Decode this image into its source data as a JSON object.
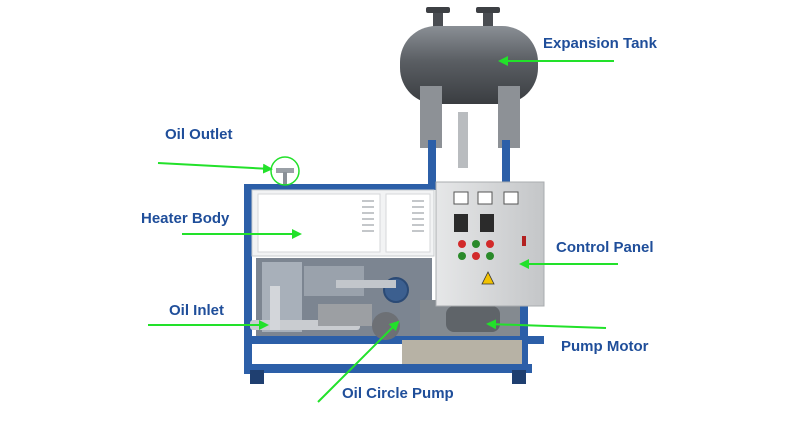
{
  "labels": {
    "expansion_tank": "Expansion Tank",
    "oil_outlet": "Oil Outlet",
    "heater_body": "Heater Body",
    "control_panel": "Control Panel",
    "oil_inlet": "Oil Inlet",
    "pump_motor": "Pump Motor",
    "oil_circle_pump": "Oil Circle Pump"
  },
  "colors": {
    "label_text": "#1f4e9a",
    "arrow": "#22e12a",
    "frame": "#2c5fa8",
    "tank": "#5a5e63",
    "cabinet": "#d9dadb"
  },
  "control_panel": {
    "indicator_colors": [
      "#d22a2a",
      "#2a8a2a",
      "#d22a2a",
      "#2a8a2a",
      "#d22a2a",
      "#2a8a2a"
    ]
  }
}
